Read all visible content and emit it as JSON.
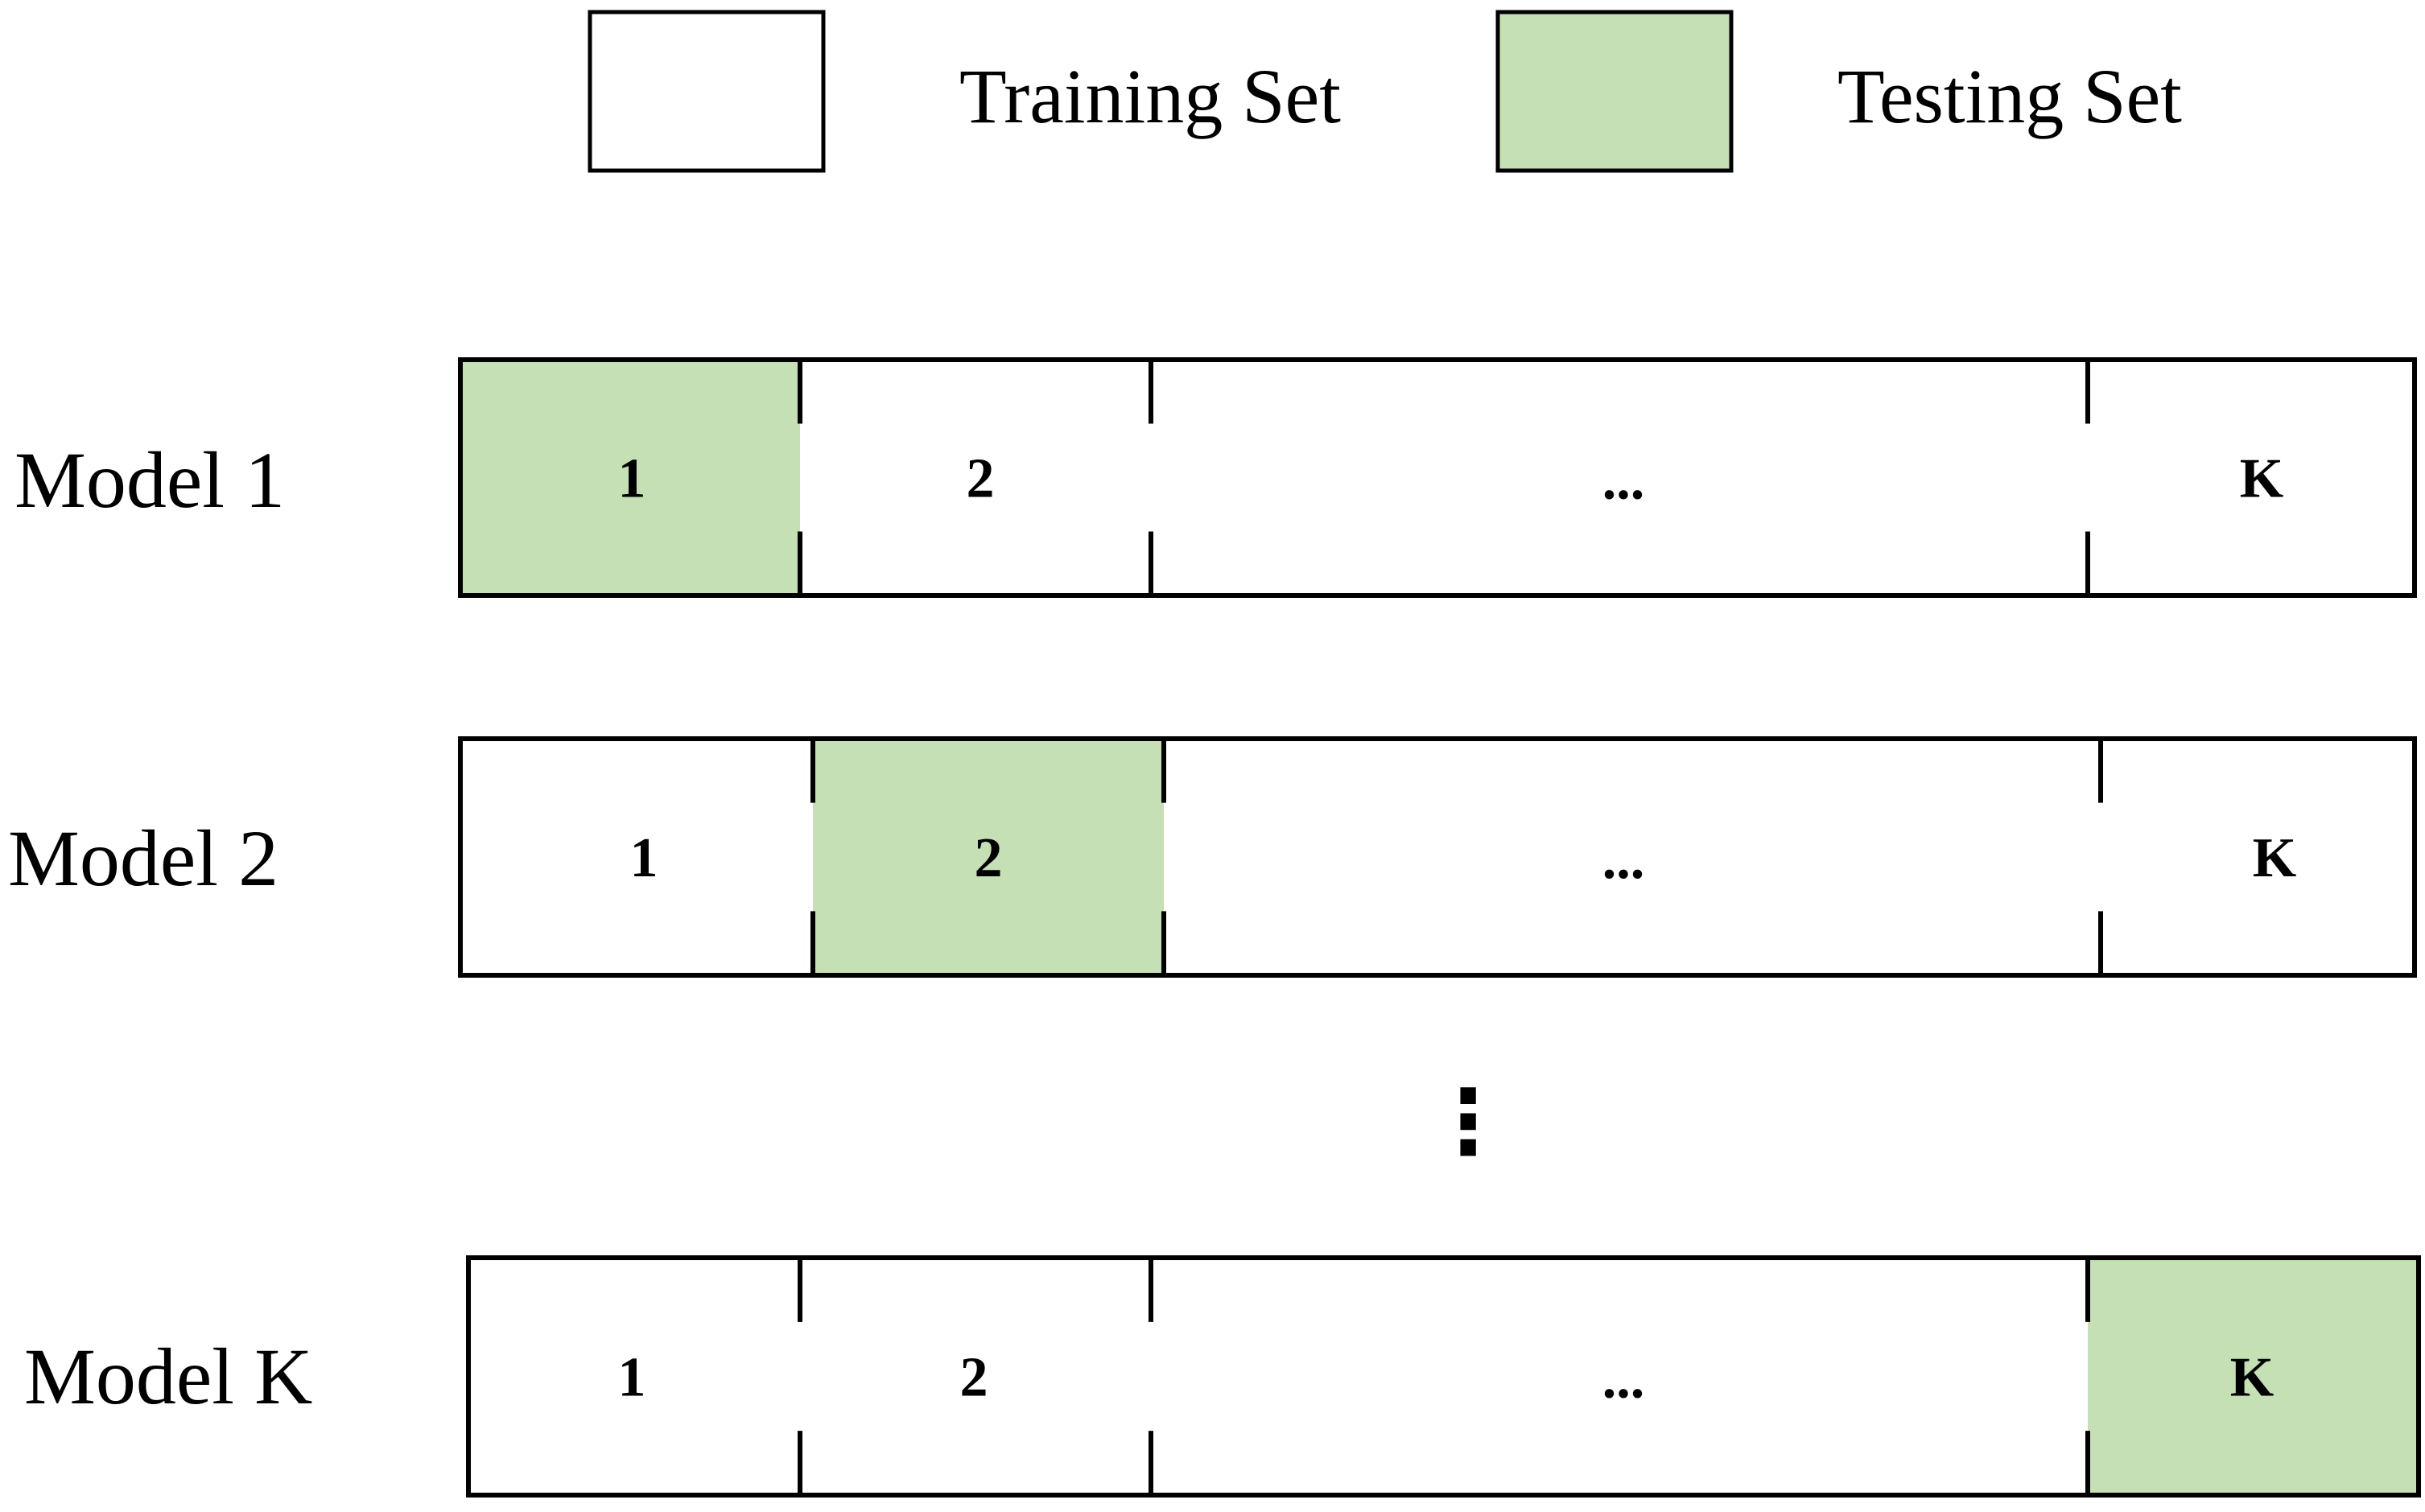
{
  "legend": {
    "training": {
      "label": "Training Set",
      "color": "#ffffff"
    },
    "testing": {
      "label": "Testing Set",
      "color": "#c5e0b4"
    }
  },
  "models": [
    {
      "label": "Model 1",
      "folds": [
        {
          "label": "1",
          "role": "testing"
        },
        {
          "label": "2",
          "role": "training"
        },
        {
          "label": "...",
          "role": "training"
        },
        {
          "label": "K",
          "role": "training"
        }
      ]
    },
    {
      "label": "Model 2",
      "folds": [
        {
          "label": "1",
          "role": "training"
        },
        {
          "label": "2",
          "role": "testing"
        },
        {
          "label": "...",
          "role": "training"
        },
        {
          "label": "K",
          "role": "training"
        }
      ]
    },
    {
      "label": "Model K",
      "folds": [
        {
          "label": "1",
          "role": "training"
        },
        {
          "label": "2",
          "role": "training"
        },
        {
          "label": "...",
          "role": "training"
        },
        {
          "label": "K",
          "role": "testing"
        }
      ]
    }
  ],
  "row_gap_symbol": "⋮",
  "colors": {
    "stroke": "#000000",
    "testing_fill": "#c5e0b4",
    "training_fill": "#ffffff"
  }
}
